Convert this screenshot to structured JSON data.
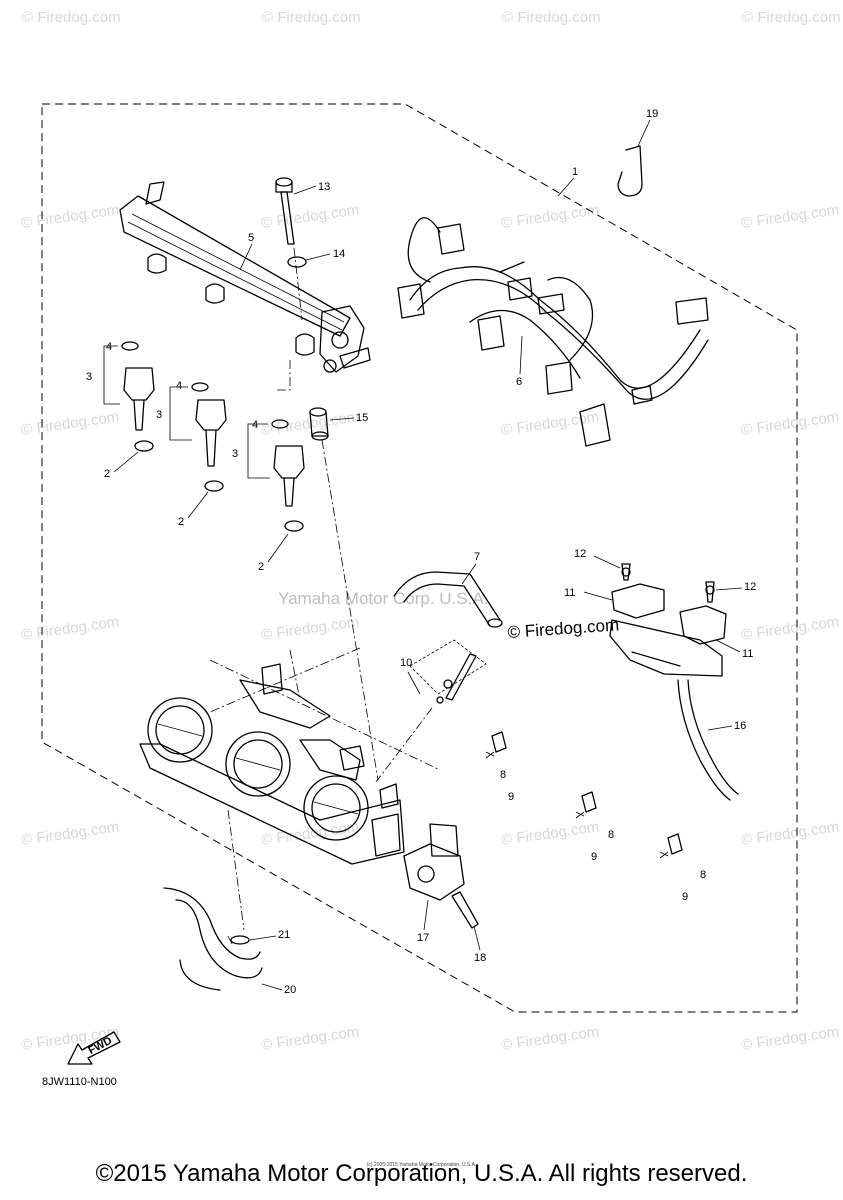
{
  "watermark": {
    "site": "© Firedog.com",
    "site_large": "© Firedog.com",
    "copyright": "Yamaha Motor Corp. U.S.A."
  },
  "callouts": [
    "1",
    "2",
    "2",
    "2",
    "3",
    "3",
    "3",
    "4",
    "4",
    "4",
    "5",
    "6",
    "7",
    "8",
    "8",
    "8",
    "9",
    "9",
    "9",
    "10",
    "11",
    "11",
    "12",
    "12",
    "13",
    "14",
    "15",
    "16",
    "17",
    "18",
    "19",
    "20",
    "21"
  ],
  "fwd_label": "FWD",
  "diagram_code": "8JW1110-N100",
  "footer": {
    "copyright": "©2015 Yamaha Motor Corporation, U.S.A. All rights reserved.",
    "fine_print": "(c) 2005-2015 Yamaha Motor Corporation, U.S.A."
  }
}
